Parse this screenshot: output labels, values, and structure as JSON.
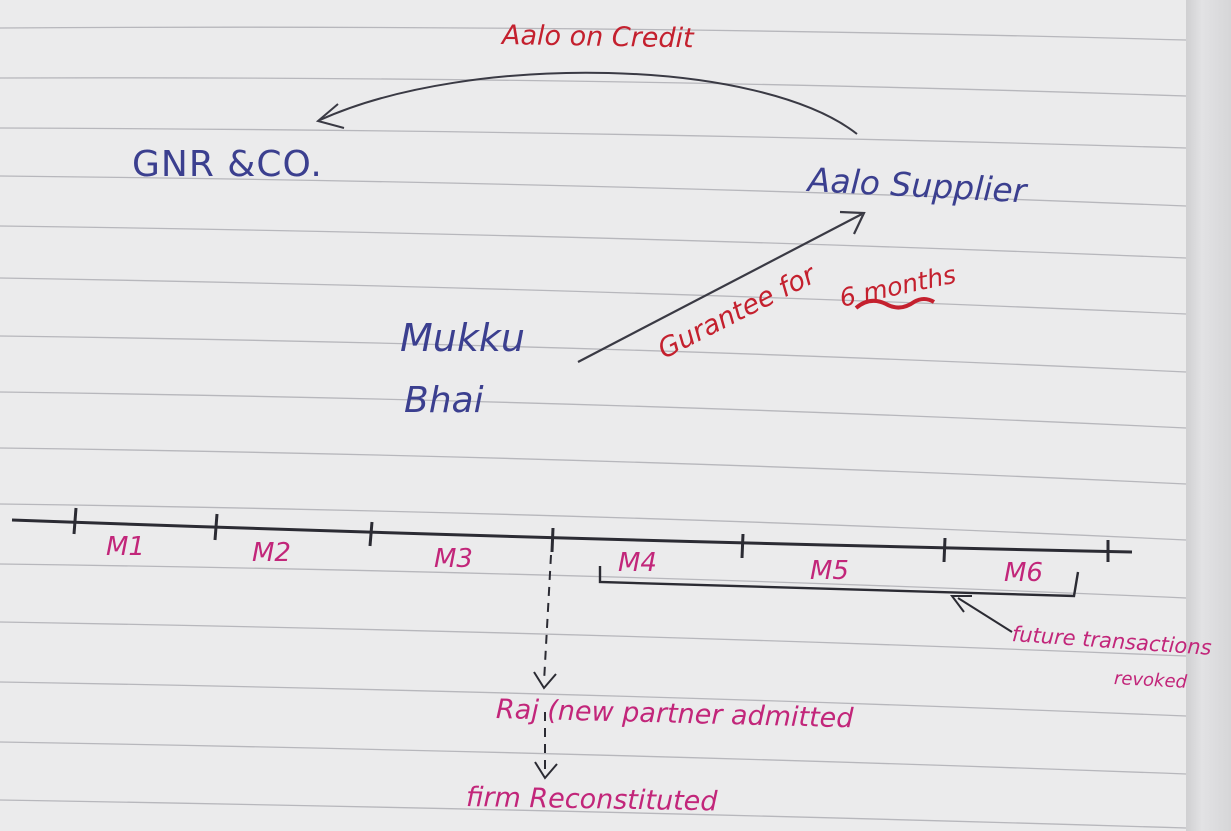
{
  "notes": {
    "sale_label": "Aalo on Credit",
    "firm": "GNR &CO.",
    "supplier": "Aalo Supplier",
    "guarantor_line1": "Mukku",
    "guarantor_line2": "Bhai",
    "guarantee_label": "Gurantee for",
    "guarantee_period": "6 months",
    "months": [
      "M1",
      "M2",
      "M3",
      "M4",
      "M5",
      "M6"
    ],
    "future_label": "future transactions",
    "future_label_line2": "revoked",
    "admission_label": "Raj (new partner admitted",
    "result_label": "firm Reconstituted"
  },
  "colors": {
    "paper": "#ebebec",
    "ruling": "#8d8d95",
    "blue_ink": "#3b3f8f",
    "red_ink": "#c4202e",
    "pink_ink": "#c2267a",
    "timeline": "#2b2b33"
  }
}
